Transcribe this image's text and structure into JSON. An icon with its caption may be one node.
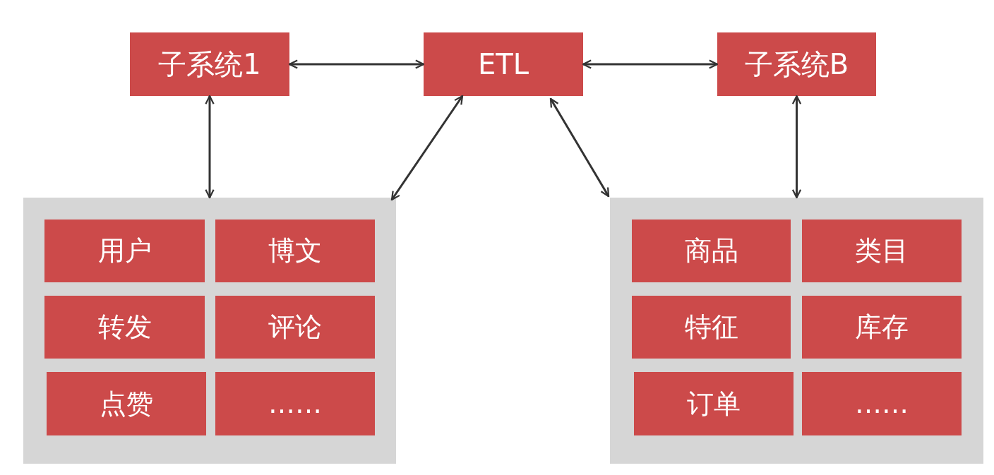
{
  "diagram": {
    "nodes": [
      {
        "text": [
          "子系统1"
        ]
      },
      {
        "text": [
          "ETL"
        ]
      },
      {
        "text": [
          "子系统B"
        ]
      },
      {
        "text": [],
        "shape": "box"
      },
      {
        "text": [
          "用户"
        ],
        "in": 3
      },
      {
        "text": [
          "博文"
        ],
        "in": 3
      },
      {
        "text": [
          "转发"
        ],
        "in": 3
      },
      {
        "text": [
          "评论"
        ],
        "in": 3
      },
      {
        "text": [
          "点赞"
        ],
        "in": 3
      },
      {
        "text": [
          "……"
        ],
        "in": 3
      },
      {
        "text": [],
        "shape": "box"
      },
      {
        "text": [
          "商品"
        ],
        "in": 10
      },
      {
        "text": [
          "类目"
        ],
        "in": 10
      },
      {
        "text": [
          "特征"
        ],
        "in": 10
      },
      {
        "text": [
          "库存"
        ],
        "in": 10
      },
      {
        "text": [
          "订单"
        ],
        "in": 10
      },
      {
        "text": [
          "……"
        ],
        "in": 10
      }
    ],
    "edges": [
      {
        "from": 0,
        "to": 1,
        "arrow": "both"
      },
      {
        "from": 1,
        "to": 2,
        "arrow": "both"
      },
      {
        "from": 0,
        "to": 3,
        "arrow": "both"
      },
      {
        "from": 1,
        "to": 3,
        "arrow": "both"
      },
      {
        "from": 1,
        "to": 10,
        "arrow": "both"
      },
      {
        "from": 2,
        "to": 10,
        "arrow": "both"
      }
    ]
  }
}
